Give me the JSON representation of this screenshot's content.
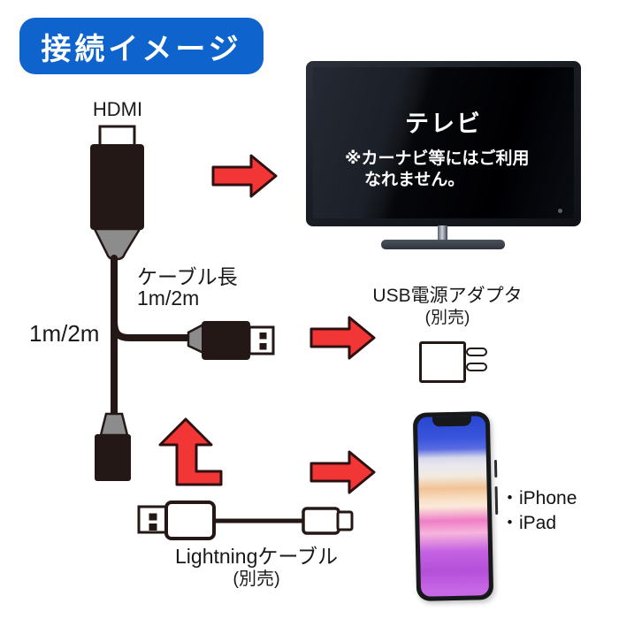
{
  "badge": {
    "label": "接続イメージ"
  },
  "cable": {
    "connector_top_label": "HDMI",
    "branch_caption": "ケーブル長",
    "branch_length": "1m/2m",
    "main_length": "1m/2m"
  },
  "tv": {
    "title": "テレビ",
    "note_line1": "※カーナビ等にはご利用",
    "note_line2": "なれません。"
  },
  "usb_adapter": {
    "label": "USB電源アダプタ",
    "availability": "(別売)"
  },
  "lightning_cable": {
    "label": "Lightningケーブル",
    "availability": "(別売)"
  },
  "devices": [
    "・iPhone",
    "・iPad"
  ],
  "colors": {
    "badge_blue": "#0e63cd",
    "arrow_red": "#f23636",
    "arrow_outline": "#2f1010",
    "cable_black": "#231815",
    "connector_gray": "#8c8c8c",
    "tv_frame": "#1a1d24",
    "background": "#ffffff"
  }
}
